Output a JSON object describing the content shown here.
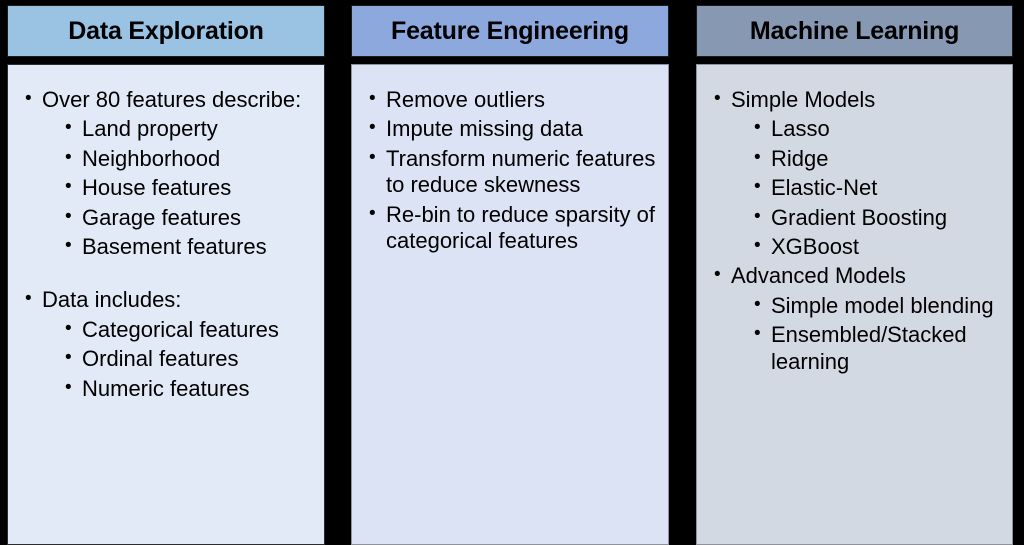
{
  "slide": {
    "background_color": "#000000",
    "bullet_glyph": "•",
    "columns": [
      {
        "id": "data-exploration",
        "header": "Data Exploration",
        "header_color": "#99c2e3",
        "body_color": "#e1eaf6",
        "items": [
          {
            "level": 1,
            "text": "Over 80 features describe:",
            "gap_before": false
          },
          {
            "level": 2,
            "text": "Land property",
            "gap_before": false
          },
          {
            "level": 2,
            "text": "Neighborhood",
            "gap_before": false
          },
          {
            "level": 2,
            "text": "House features",
            "gap_before": false
          },
          {
            "level": 2,
            "text": "Garage features",
            "gap_before": false
          },
          {
            "level": 2,
            "text": "Basement features",
            "gap_before": false
          },
          {
            "level": 1,
            "text": "Data includes:",
            "gap_before": true
          },
          {
            "level": 2,
            "text": "Categorical features",
            "gap_before": false
          },
          {
            "level": 2,
            "text": "Ordinal features",
            "gap_before": false
          },
          {
            "level": 2,
            "text": "Numeric features",
            "gap_before": false
          }
        ]
      },
      {
        "id": "feature-engineering",
        "header": "Feature Engineering",
        "header_color": "#8ca8dd",
        "body_color": "#dbe3f4",
        "items": [
          {
            "level": 1,
            "text": "Remove outliers",
            "gap_before": false
          },
          {
            "level": 1,
            "text": "Impute missing data",
            "gap_before": false
          },
          {
            "level": 1,
            "text": "Transform numeric features to reduce skewness",
            "gap_before": false
          },
          {
            "level": 1,
            "text": "Re-bin to reduce sparsity of categorical features",
            "gap_before": false
          }
        ]
      },
      {
        "id": "machine-learning",
        "header": "Machine Learning",
        "header_color": "#8798b2",
        "body_color": "#d3d9e2",
        "items": [
          {
            "level": 1,
            "text": "Simple Models",
            "gap_before": false
          },
          {
            "level": 2,
            "text": "Lasso",
            "gap_before": false
          },
          {
            "level": 2,
            "text": "Ridge",
            "gap_before": false
          },
          {
            "level": 2,
            "text": "Elastic-Net",
            "gap_before": false
          },
          {
            "level": 2,
            "text": "Gradient Boosting",
            "gap_before": false
          },
          {
            "level": 2,
            "text": "XGBoost",
            "gap_before": false
          },
          {
            "level": 1,
            "text": "Advanced Models",
            "gap_before": false
          },
          {
            "level": 2,
            "text": "Simple model blending",
            "gap_before": false
          },
          {
            "level": 2,
            "text": "Ensembled/Stacked learning",
            "gap_before": false
          }
        ]
      }
    ]
  }
}
